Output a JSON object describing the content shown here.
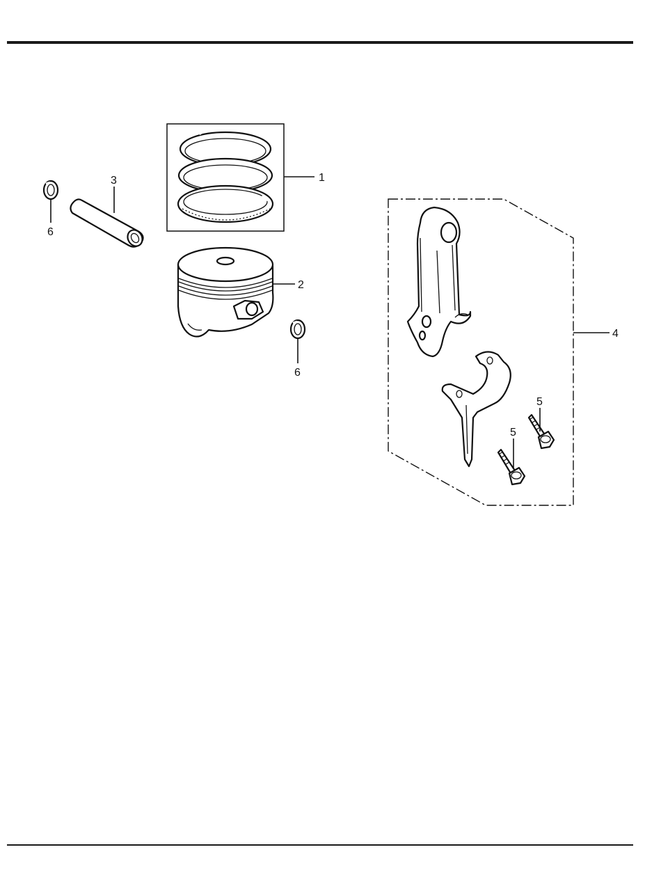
{
  "callouts": {
    "c1": "1",
    "c2": "2",
    "c3": "3",
    "c4": "4",
    "c5a": "5",
    "c5b": "5",
    "c6a": "6",
    "c6b": "6"
  },
  "colors": {
    "ink": "#111111",
    "paper": "#ffffff"
  }
}
